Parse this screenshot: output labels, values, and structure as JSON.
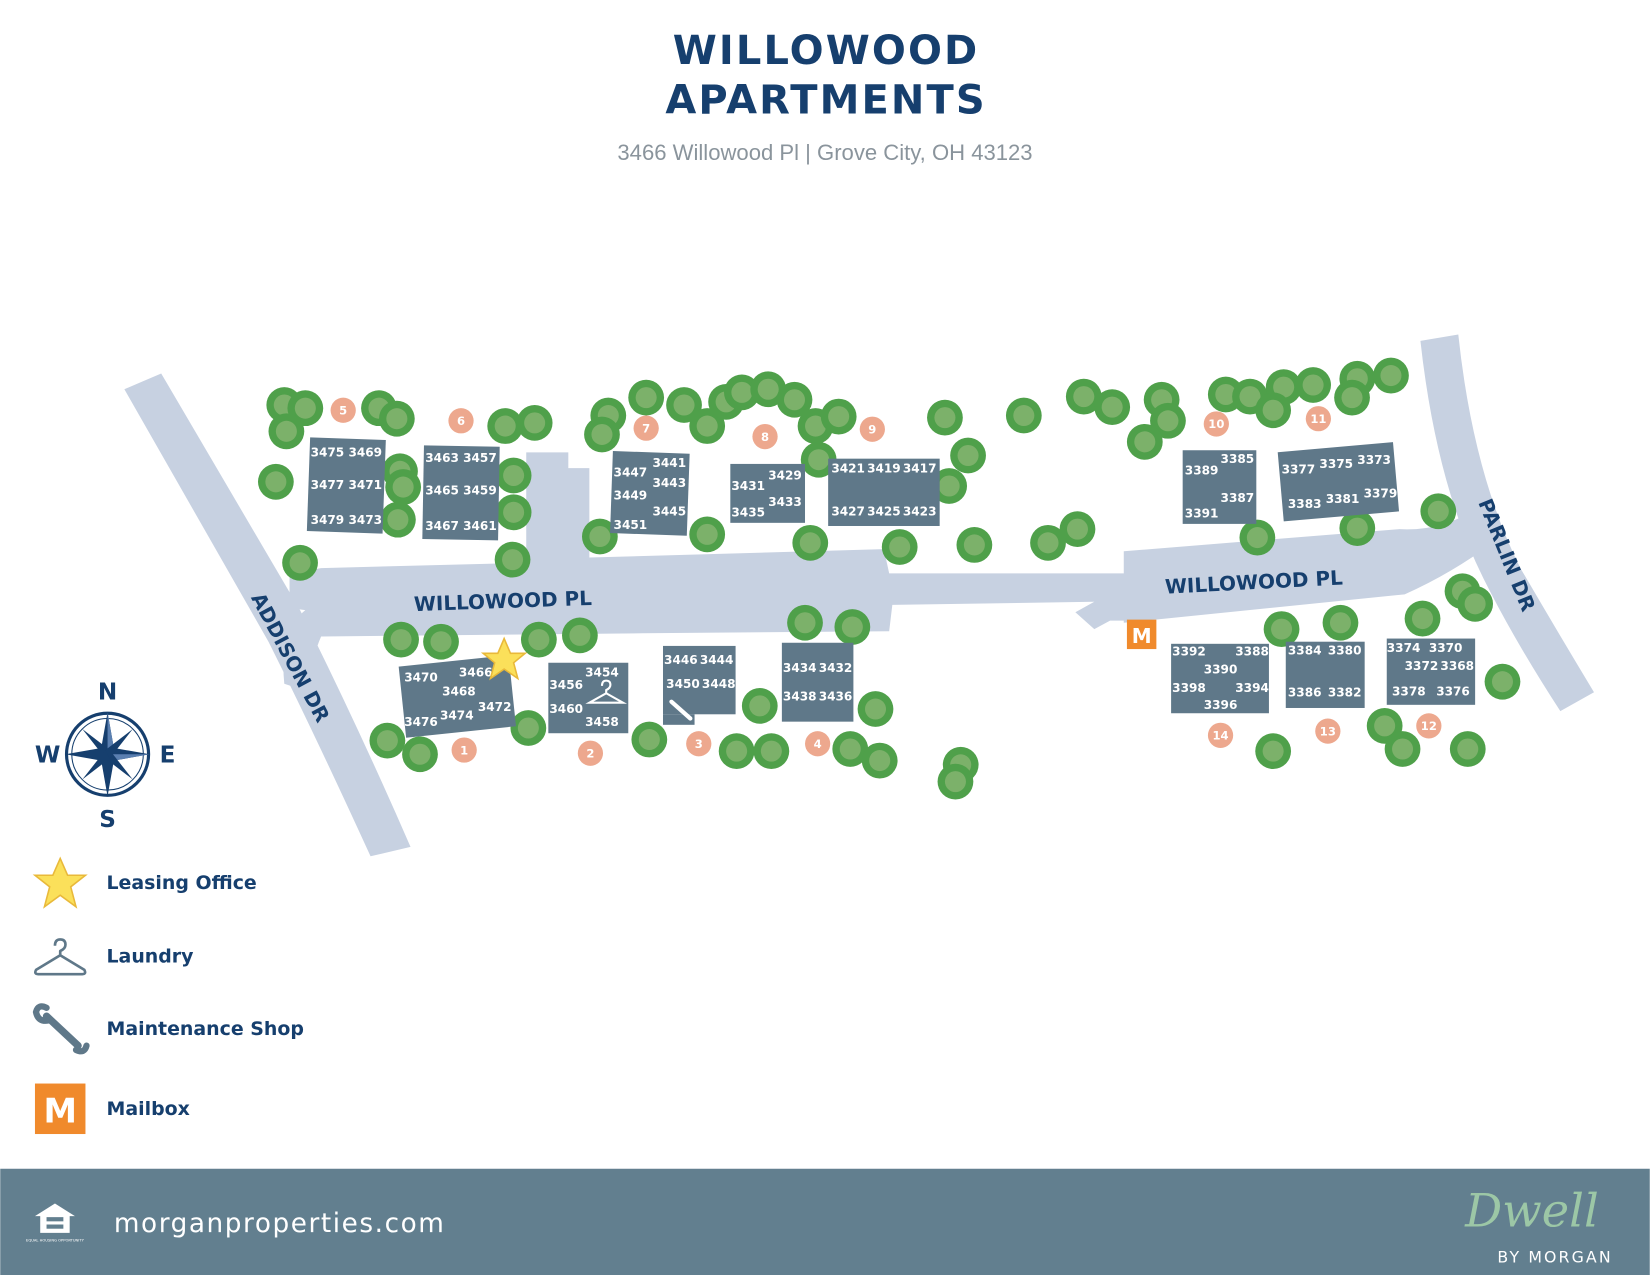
{
  "header": {
    "title_line1": "WILLOWOOD",
    "title_line2": "APARTMENTS",
    "address": "3466 Willowood Pl | Grove City, OH 43123"
  },
  "roads": {
    "willowood_west": "WILLOWOOD PL",
    "willowood_east": "WILLOWOOD PL",
    "addison": "ADDISON DR",
    "parlin": "PARLIN DR"
  },
  "buildings": [
    {
      "units": [
        "3475",
        "3469",
        "3477",
        "3471",
        "3479",
        "3473"
      ]
    },
    {
      "units": [
        "3463",
        "3457",
        "3465",
        "3459",
        "3467",
        "3461"
      ]
    },
    {
      "units": [
        "3441",
        "3447",
        "3443",
        "3449",
        "3445",
        "3451"
      ]
    },
    {
      "units": [
        "3429",
        "3431",
        "3433",
        "3435"
      ]
    },
    {
      "units": [
        "3421",
        "3419",
        "3417",
        "3427",
        "3425",
        "3423"
      ]
    },
    {
      "units": [
        "3385",
        "3389",
        "3387",
        "3391"
      ]
    },
    {
      "units": [
        "3377",
        "3375",
        "3373",
        "3383",
        "3381",
        "3379"
      ]
    },
    {
      "units": [
        "3470",
        "3466",
        "3468",
        "3472",
        "3474",
        "3476"
      ]
    },
    {
      "units": [
        "3454",
        "3456",
        "3460",
        "3458"
      ],
      "icon": "laundry-hanger-icon"
    },
    {
      "units": [
        "3446",
        "3444",
        "3450",
        "3448"
      ],
      "icon": "wrench-icon"
    },
    {
      "units": [
        "3434",
        "3432",
        "3438",
        "3436"
      ]
    },
    {
      "units": [
        "3392",
        "3388",
        "3390",
        "3398",
        "3394",
        "3396"
      ]
    },
    {
      "units": [
        "3384",
        "3380",
        "3386",
        "3382"
      ]
    },
    {
      "units": [
        "3374",
        "3370",
        "3372",
        "3368",
        "3378",
        "3376"
      ]
    }
  ],
  "markers": [
    "1",
    "2",
    "3",
    "4",
    "5",
    "6",
    "7",
    "8",
    "9",
    "10",
    "11",
    "12",
    "13",
    "14"
  ],
  "mailbox_letter": "M",
  "compass": {
    "n": "N",
    "s": "S",
    "e": "E",
    "w": "W"
  },
  "legend": [
    {
      "icon": "star-icon",
      "label": "Leasing Office"
    },
    {
      "icon": "hanger-icon",
      "label": "Laundry"
    },
    {
      "icon": "wrench-icon",
      "label": "Maintenance Shop"
    },
    {
      "icon": "mailbox-icon",
      "label": "Mailbox",
      "letter": "M"
    }
  ],
  "footer": {
    "url": "morganproperties.com",
    "brand_script": "Dwell",
    "brand_sub": "BY MORGAN",
    "eho_text": "EQUAL HOUSING OPPORTUNITY"
  },
  "colors": {
    "title": "#163f6e",
    "road": "#c7d1e1",
    "building": "#5f7889",
    "tree": "#4fa04a",
    "marker": "#eda88e",
    "mailbox": "#f08a2c",
    "star": "#fbe05a",
    "footer": "#627f8f",
    "brand": "#9cc7a6"
  }
}
